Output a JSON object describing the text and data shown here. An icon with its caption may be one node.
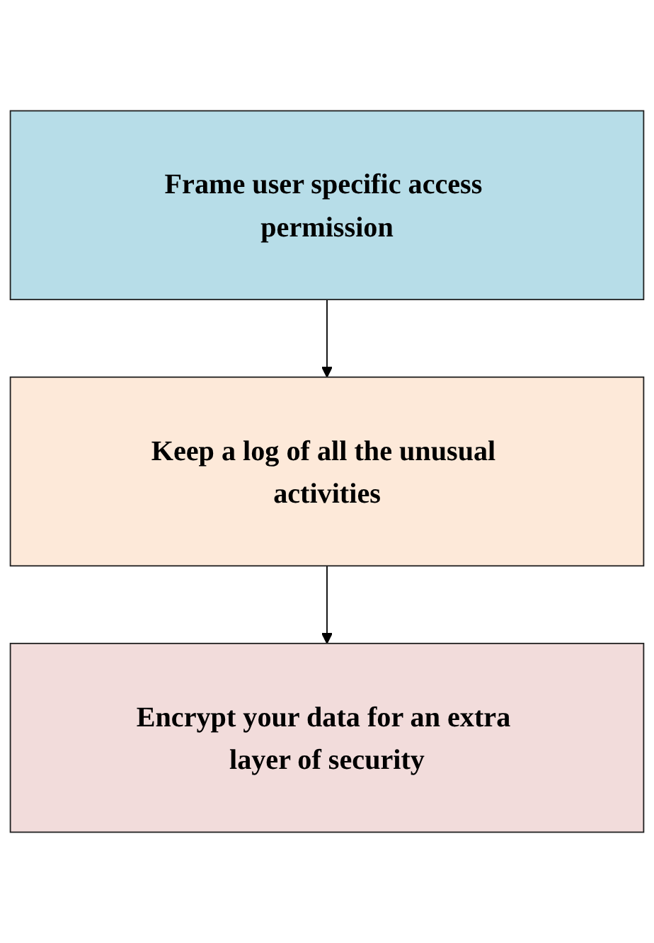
{
  "diagram": {
    "nodes": [
      {
        "text": [
          "Frame user specific access permission"
        ]
      },
      {
        "text": [
          "Keep a log of all the unusual activities"
        ]
      },
      {
        "text": [
          "Encrypt your data for an extra layer of security"
        ]
      }
    ],
    "edges": [
      {
        "from": 0,
        "to": 1,
        "arrow": "to"
      },
      {
        "from": 1,
        "to": 2,
        "arrow": "to"
      }
    ]
  }
}
